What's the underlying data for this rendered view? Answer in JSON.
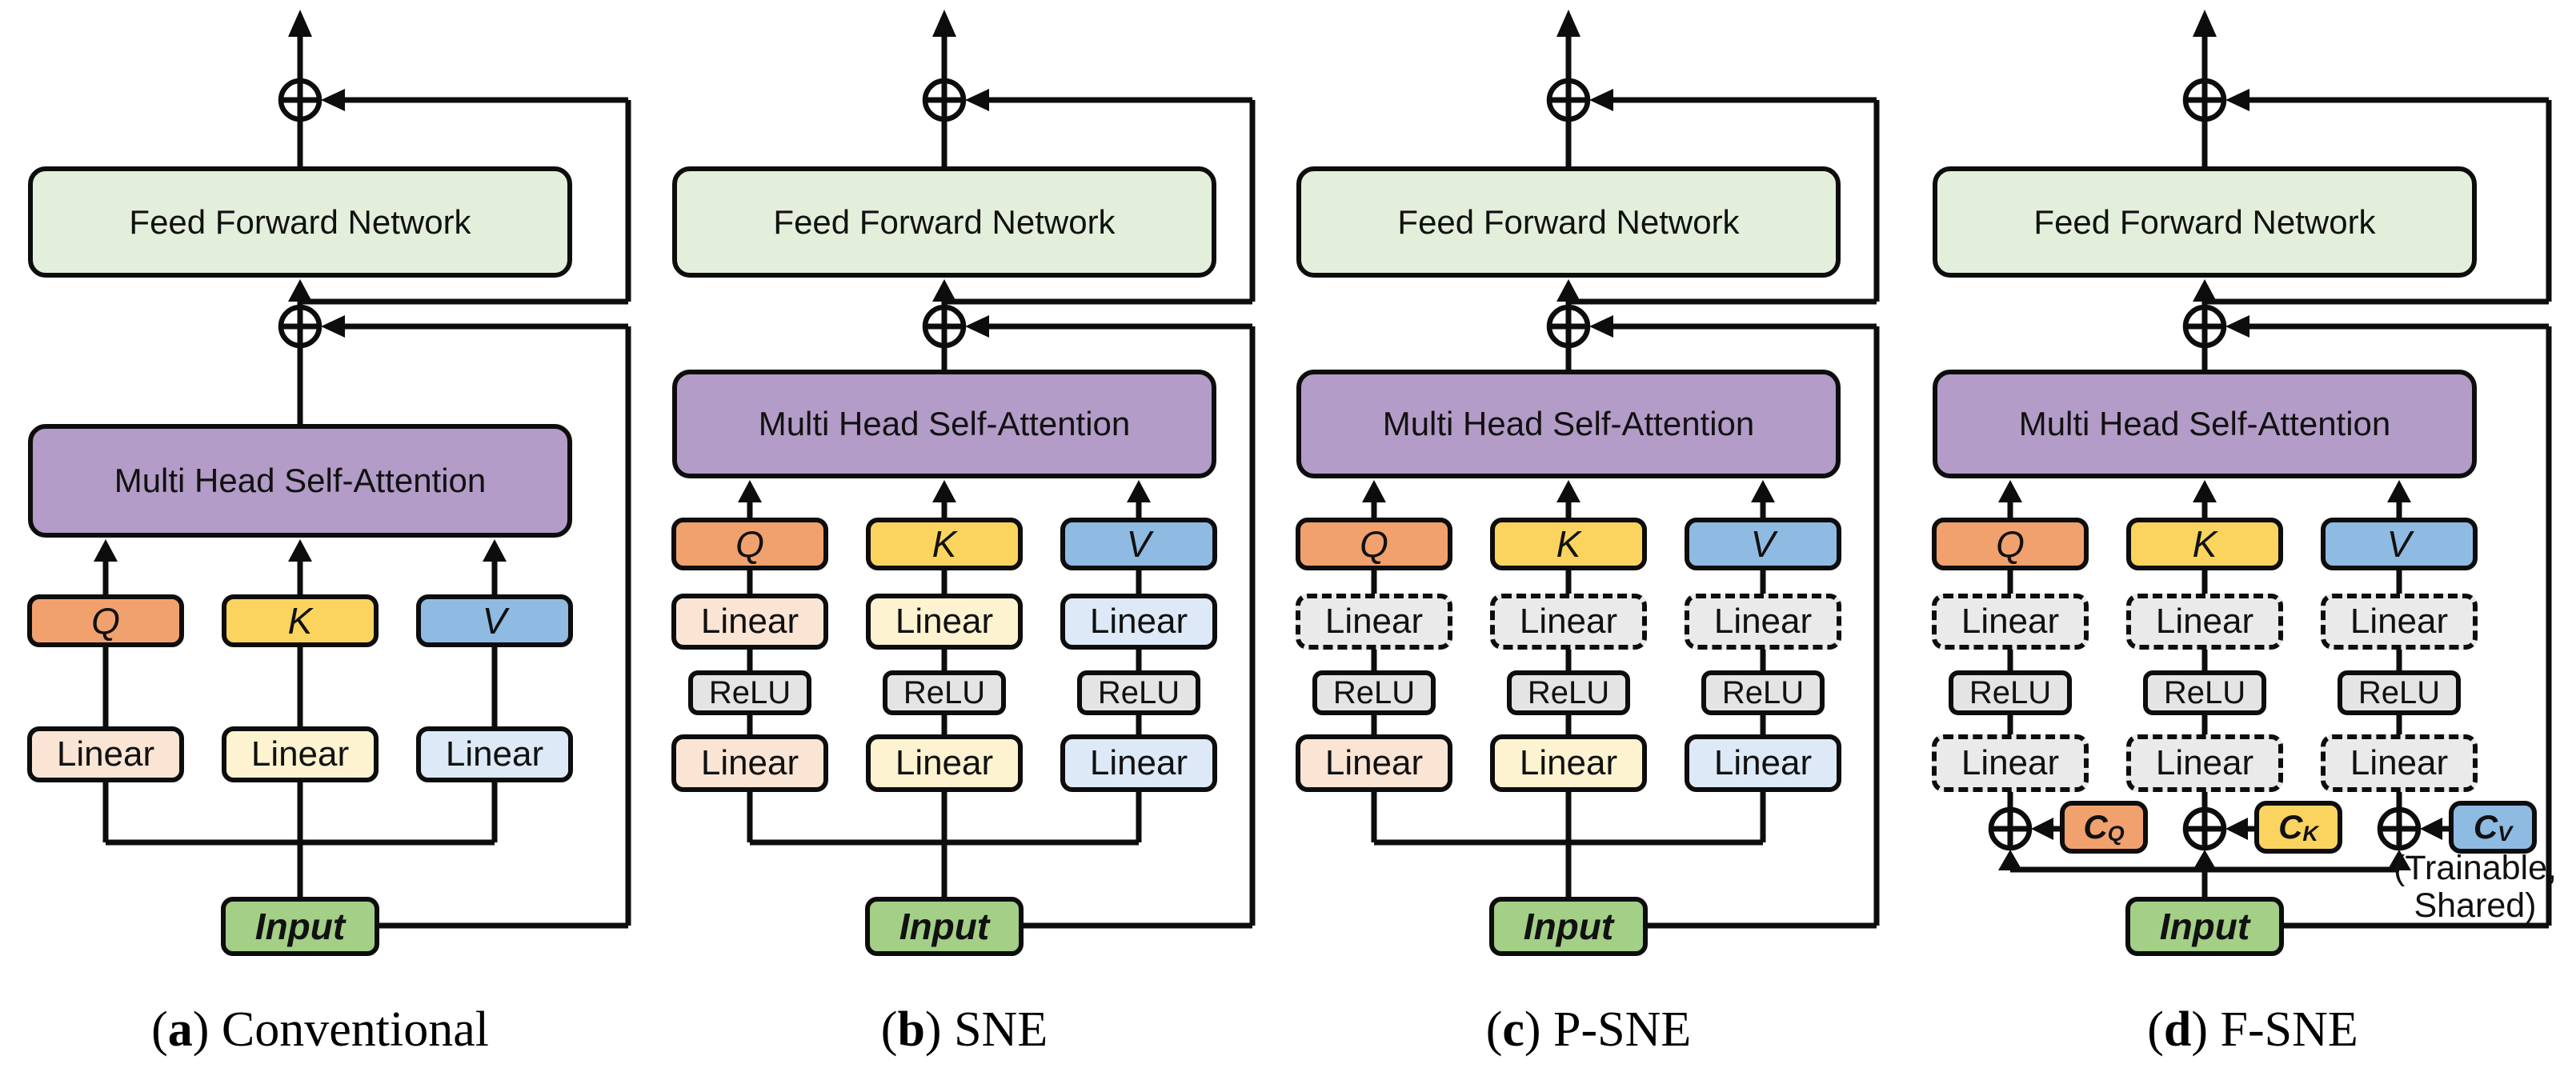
{
  "labels": {
    "ffn": "Feed Forward Network",
    "mhsa": "Multi Head Self-Attention",
    "q": "Q",
    "k": "K",
    "v": "V",
    "linear": "Linear",
    "relu": "ReLU",
    "input": "Input",
    "c": "C",
    "c_sub_q": "Q",
    "c_sub_k": "K",
    "c_sub_v": "V",
    "trainable_line1": "(Trainable,",
    "trainable_line2": "Shared)"
  },
  "captions": {
    "a": {
      "pre": "(",
      "letter": "a",
      "post": ") Conventional"
    },
    "b": {
      "pre": "(",
      "letter": "b",
      "post": ") SNE"
    },
    "c": {
      "pre": "(",
      "letter": "c",
      "post": ") P-SNE"
    },
    "d": {
      "pre": "(",
      "letter": "d",
      "post": ") F-SNE"
    }
  },
  "colors": {
    "ink": "#0d0d0d",
    "ffn": "#e3efda",
    "mhsa": "#b39cc7",
    "input": "#a3cf87",
    "q": "#f1a16e",
    "k": "#fbd45f",
    "v": "#8fbae2",
    "q_light": "#fae5d5",
    "k_light": "#fdf3d0",
    "v_light": "#dde9f6",
    "gray": "#e4e4e4",
    "gray_dashed": "#eaeaea"
  }
}
